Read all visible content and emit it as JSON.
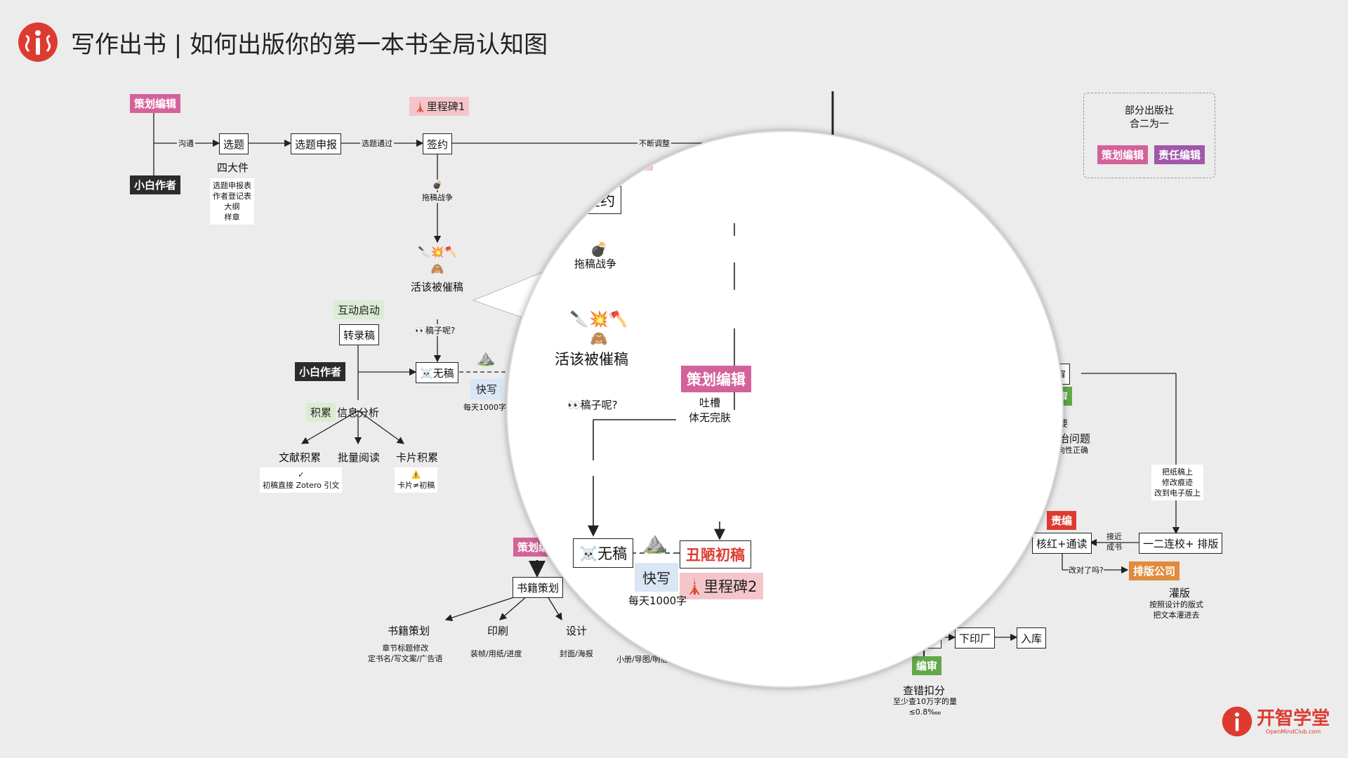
{
  "title": "写作出书 | 如何出版你的第一本书全局认知图",
  "brand": {
    "name": "开智学堂",
    "url": "OpenMindClub.com",
    "color": "#dd3b31"
  },
  "colors": {
    "策划编辑": "#d4629a",
    "责任编辑": "#a257a9",
    "里程碑": "#f4c6cc",
    "编审": "#62a84b",
    "责编": "#dd3b31",
    "排版公司": "#e08b3e"
  },
  "legend": {
    "title": "部分出版社\n合二为一",
    "tag1": "策划编辑",
    "tag2": "责任编辑"
  },
  "nodes": {
    "cehua_top": "策划编辑",
    "milestone1": "里程碑1",
    "goutong": "沟通",
    "xuanti": "选题",
    "sidajian": "四大件",
    "sidajian_list": "选题申报表\n作者登记表\n大纲\n样章",
    "xuanti_shenbao": "选题申报",
    "xuanti_tongguo": "选题通过",
    "qianyue": "签约",
    "buduan_tiaozheng": "不断调整",
    "xiaobai_top": "小白作者",
    "bomb_icon": "💣",
    "tuogao": "拖稿战争",
    "weapons": "🔪💥🪓",
    "monkey": "🙈",
    "huogai": "活该被催稿",
    "hudong": "互动启动",
    "zhuanlugao": "转录稿",
    "gaozine": "👀稿子呢?",
    "xiaobai_mid": "小白作者",
    "wugao": "☠️无稿",
    "mountain": "⛰️",
    "kuaixie": "快写",
    "meitian": "每天1000字",
    "jilei": "积累",
    "xinxi": "信息分析",
    "wenxian": "文献积累",
    "piliang": "批量阅读",
    "kapian": "卡片积累",
    "zotero": "✓\n初稿直接 Zotero 引文",
    "kapian_note": "⚠️\n卡片≠初稿",
    "cehua_bottom": "策划编",
    "shuji_cehua_box": "书籍策划",
    "shuji_cehua": "书籍策划",
    "shuji_note": "章节标题修改\n定书名/写文案/广告语",
    "yinshua": "印刷",
    "yinshua_note": "装帧/用纸/进度",
    "sheji": "设计",
    "sheji_note": "封面/海报",
    "xiaoce_note": "小册/导图/明信",
    "shen": "审",
    "shen_tag": "审",
    "yao": "要",
    "zhengzhi": "治问题",
    "xiangxing": "向性正确",
    "bazhi": "把纸稿上\n修改痕迹\n改到电子版上",
    "zebian": "责编",
    "heihong": "核红+通读",
    "jiejin": "接近\n成书",
    "erlian": "一二连校+ 排版",
    "gaidui": "改对了吗?",
    "paiban": "排版公司",
    "guanban": "灌版",
    "guanban_note": "按照设计的版式\n把文本灌进去",
    "xiayinchang": "下印厂",
    "ruku": "入库",
    "bianshen": "编审",
    "chacuo": "查错扣分",
    "chacuo_note": "至少查10万字的量\n≤0.8‱"
  },
  "magnifier": {
    "milestone1": "里程碑1",
    "qianyue": "签约",
    "bomb": "💣",
    "tuogao": "拖稿战争",
    "weapons": "🔪💥🪓",
    "monkey": "🙈",
    "huogai": "活该被催稿",
    "cehua": "策划编辑",
    "gaozine": "👀稿子呢?",
    "tucao": "吐槽\n体无完肤",
    "wugao": "☠️无稿",
    "mountain": "⛰️",
    "chouluo": "丑陋初稿",
    "kuaixie": "快写",
    "milestone2": "里程碑2",
    "meitian": "每天1000字"
  }
}
